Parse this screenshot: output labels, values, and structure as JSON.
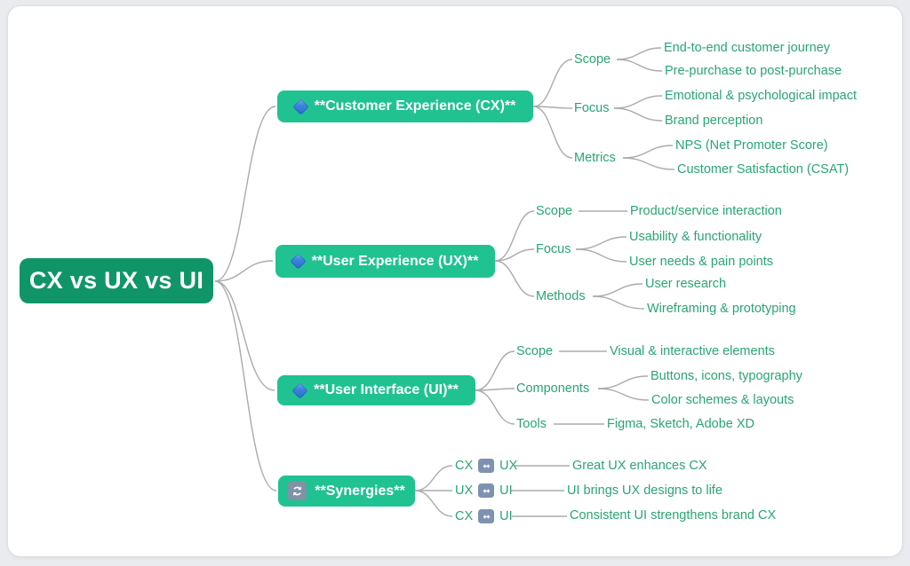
{
  "diagram_title": "CX vs UX vs UI mind map",
  "colors": {
    "page_background": "#e9ebee",
    "card_background": "#ffffff",
    "root_node_green": "#109569",
    "branch_node_green": "#20c292",
    "label_text_green": "#2aa572",
    "link_line_gray": "#ababab",
    "icon_badge_blue_gray": "#7e91b2"
  },
  "root": {
    "label": "CX vs UX vs UI"
  },
  "branches": [
    {
      "icon": "large-blue-diamond-icon",
      "label": "**Customer Experience (CX)**",
      "groups": [
        {
          "label": "Scope",
          "leaves": [
            "End-to-end customer journey",
            "Pre-purchase to post-purchase"
          ]
        },
        {
          "label": "Focus",
          "leaves": [
            "Emotional & psychological impact",
            "Brand perception"
          ]
        },
        {
          "label": "Metrics",
          "leaves": [
            "NPS (Net Promoter Score)",
            "Customer Satisfaction (CSAT)"
          ]
        }
      ]
    },
    {
      "icon": "large-blue-diamond-icon",
      "label": "**User Experience (UX)**",
      "groups": [
        {
          "label": "Scope",
          "leaves": [
            "Product/service interaction"
          ]
        },
        {
          "label": "Focus",
          "leaves": [
            "Usability & functionality",
            "User needs & pain points"
          ]
        },
        {
          "label": "Methods",
          "leaves": [
            "User research",
            "Wireframing & prototyping"
          ]
        }
      ]
    },
    {
      "icon": "large-blue-diamond-icon",
      "label": "**User Interface (UI)**",
      "groups": [
        {
          "label": "Scope",
          "leaves": [
            "Visual & interactive elements"
          ]
        },
        {
          "label": "Components",
          "leaves": [
            "Buttons, icons, typography",
            "Color schemes & layouts"
          ]
        },
        {
          "label": "Tools",
          "leaves": [
            "Figma, Sketch, Adobe XD"
          ]
        }
      ]
    },
    {
      "icon": "counterclockwise-arrows-icon",
      "label": "**Synergies**",
      "groups": [
        {
          "left": "CX",
          "icon": "left-right-arrow-icon",
          "right": "UX",
          "leaves": [
            "Great UX enhances CX"
          ]
        },
        {
          "left": "UX",
          "icon": "left-right-arrow-icon",
          "right": "UI",
          "leaves": [
            "UI brings UX designs to life"
          ]
        },
        {
          "left": "CX",
          "icon": "left-right-arrow-icon",
          "right": "UI",
          "leaves": [
            "Consistent UI strengthens brand CX"
          ]
        }
      ]
    }
  ]
}
